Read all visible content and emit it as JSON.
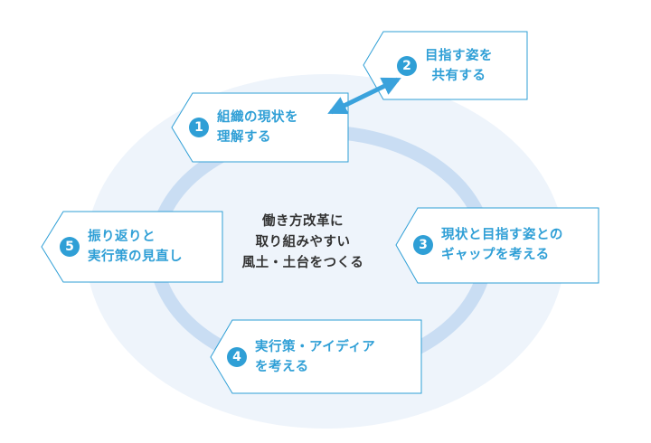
{
  "colors": {
    "accent": "#2f9fd6",
    "ring": "#c9ddf3",
    "halo": "#eef4fb",
    "card_border": "#2f9fd6",
    "center_text": "#333333"
  },
  "center": {
    "lines": [
      "働き方改革に",
      "取り組みやすい",
      "風土・土台をつくる"
    ]
  },
  "steps": [
    {
      "number": "1",
      "lines": [
        "組織の現状を",
        "理解する"
      ]
    },
    {
      "number": "2",
      "lines": [
        "目指す姿を",
        "共有する"
      ]
    },
    {
      "number": "3",
      "lines": [
        "現状と目指す姿との",
        "ギャップを考える"
      ]
    },
    {
      "number": "4",
      "lines": [
        "実行策・アイディア",
        "を考える"
      ]
    },
    {
      "number": "5",
      "lines": [
        "振り返りと",
        "実行策の見直し"
      ]
    }
  ],
  "icons": {
    "link_arrow": "double-arrow-icon"
  }
}
